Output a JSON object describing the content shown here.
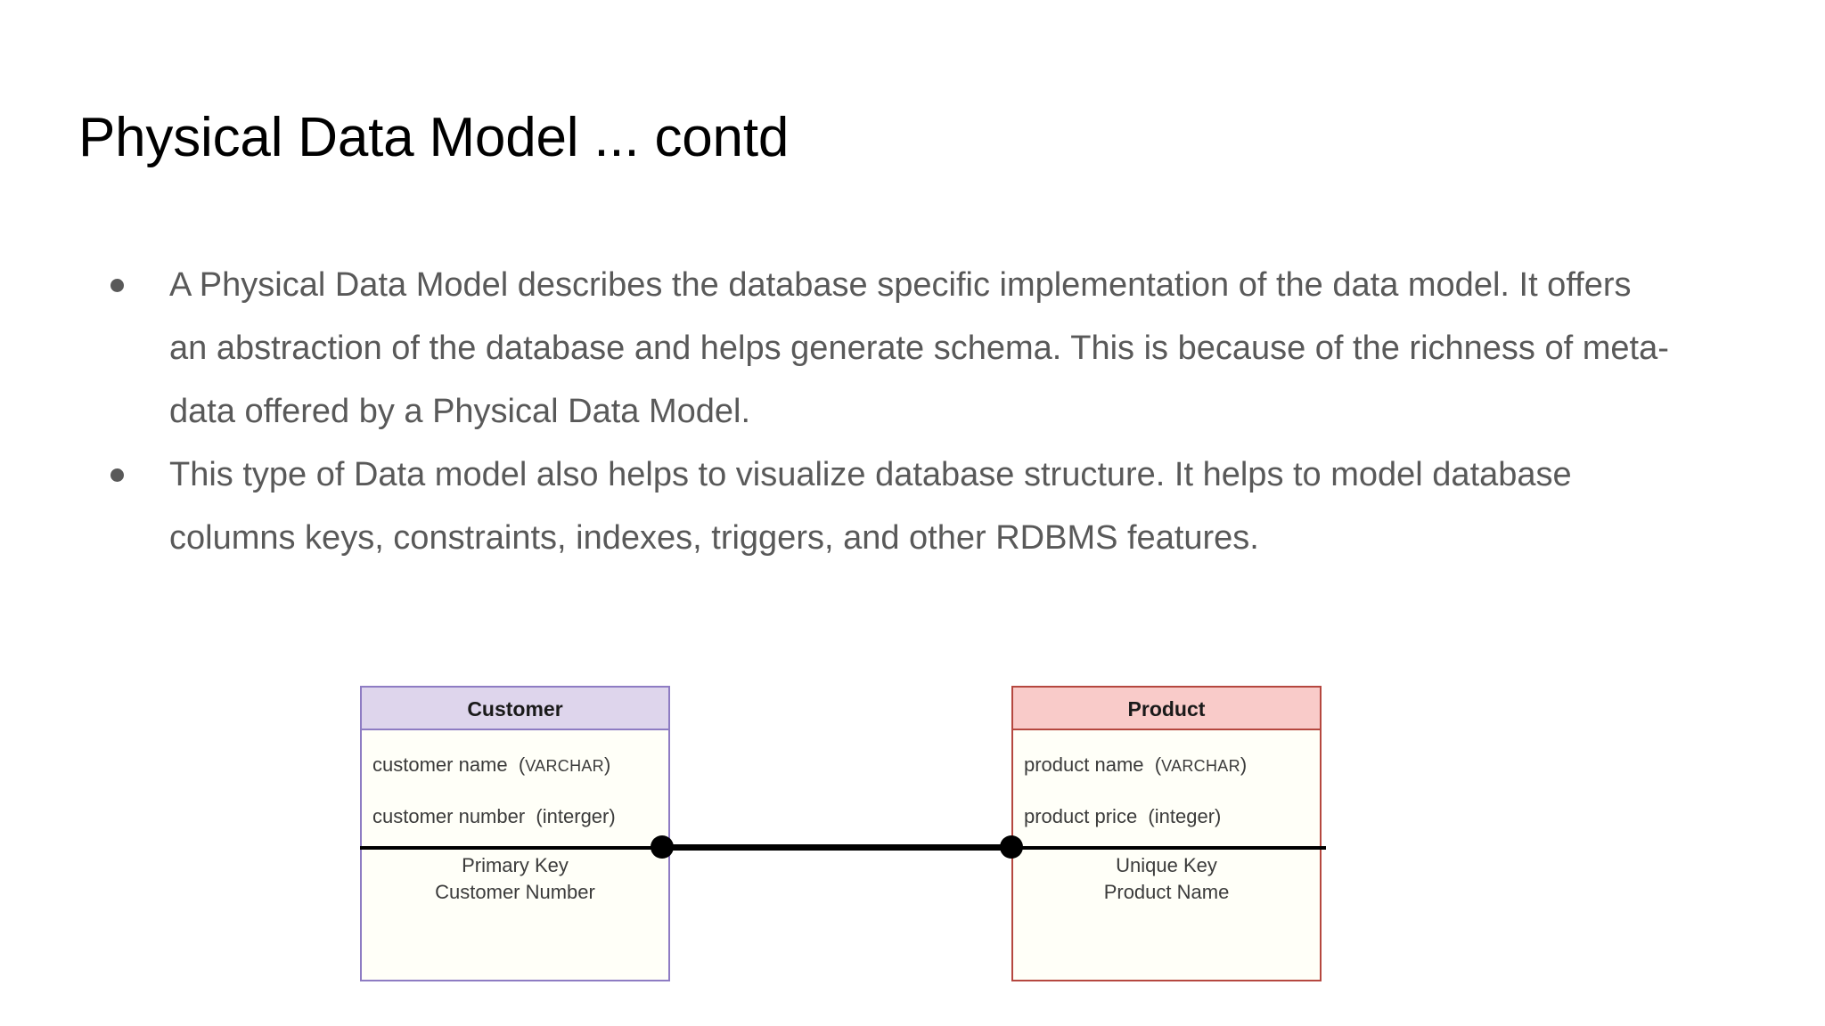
{
  "slide": {
    "title": "Physical Data Model ... contd",
    "bullets": [
      "A Physical Data Model describes the database specific implementation of the data model. It offers an abstraction of the database and helps generate schema. This is because of the richness of meta-data offered by a Physical Data Model.",
      "This type of Data model also helps to visualize database structure. It helps to model database columns keys, constraints, indexes, triggers, and other RDBMS features."
    ]
  },
  "diagram": {
    "type": "entity-relationship",
    "relationship": {
      "left_endpoint": "filled-circle",
      "right_endpoint": "filled-circle",
      "line_style": "solid",
      "line_color": "#000000"
    },
    "entities": [
      {
        "name": "Customer",
        "header_color": "#ded5ec",
        "border_color": "#8e7cc3",
        "fields": [
          {
            "label": "customer name",
            "type": "VARCHAR"
          },
          {
            "label": "customer number",
            "type": "interger"
          }
        ],
        "key_label": "Primary Key",
        "key_value": "Customer Number"
      },
      {
        "name": "Product",
        "header_color": "#f9cbc9",
        "border_color": "#b5473f",
        "fields": [
          {
            "label": "product name",
            "type": "VARCHAR"
          },
          {
            "label": "product price",
            "type": "integer"
          }
        ],
        "key_label": "Unique Key",
        "key_value": "Product Name"
      }
    ]
  }
}
